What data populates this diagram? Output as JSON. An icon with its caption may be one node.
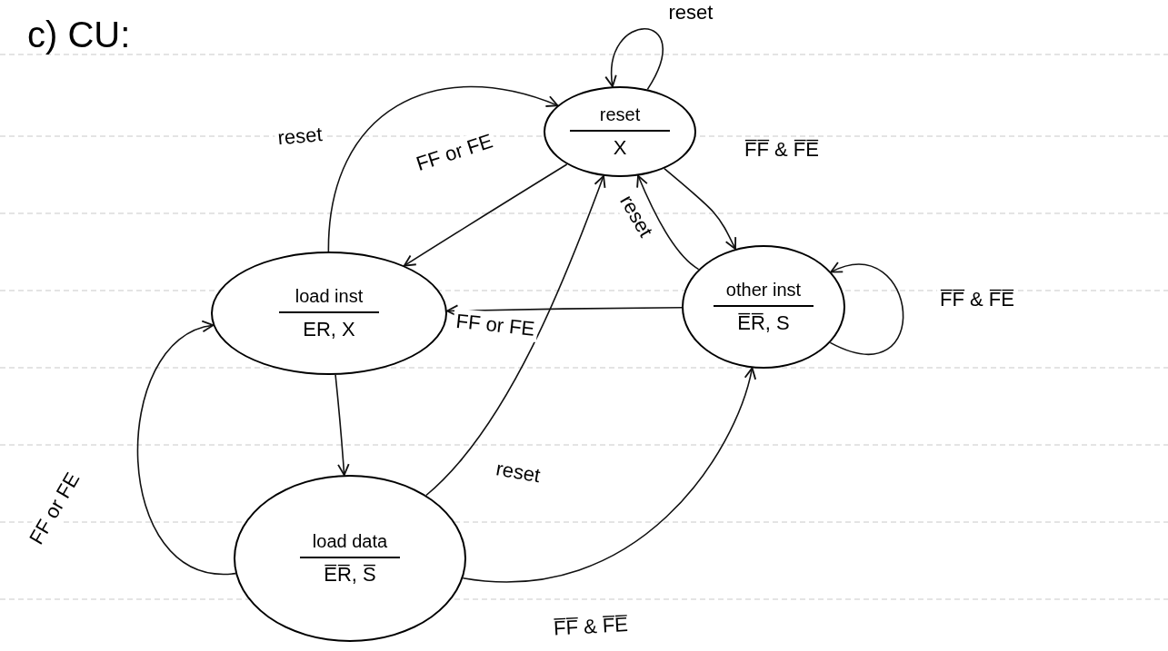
{
  "diagram": {
    "title": "c) CU:",
    "nodes": [
      {
        "text": [
          "reset",
          "X"
        ]
      },
      {
        "text": [
          "load inst",
          "ER, X"
        ]
      },
      {
        "text": [
          "other inst",
          "E̅R̅, S"
        ]
      },
      {
        "text": [
          "load data",
          "E̅R̅, S̅"
        ]
      }
    ],
    "edges": [
      {
        "from": 0,
        "to": 0,
        "arrow": "to",
        "label": "reset"
      },
      {
        "from": 1,
        "to": 0,
        "arrow": "to",
        "label": "reset"
      },
      {
        "from": 0,
        "to": 1,
        "arrow": "to",
        "label": "FF or FE"
      },
      {
        "from": 0,
        "to": 2,
        "arrow": "to",
        "label": "F̅F̅ & F̅E̅"
      },
      {
        "from": 2,
        "to": 0,
        "arrow": "to",
        "label": "reset"
      },
      {
        "from": 2,
        "to": 2,
        "arrow": "to",
        "label": "F̅F̅ & F̅E̅"
      },
      {
        "from": 2,
        "to": 1,
        "arrow": "to",
        "label": "FF or FE"
      },
      {
        "from": 1,
        "to": 3,
        "arrow": "to"
      },
      {
        "from": 3,
        "to": 0,
        "arrow": "to",
        "label": "reset"
      },
      {
        "from": 3,
        "to": 1,
        "arrow": "to",
        "label": "FF or FE"
      },
      {
        "from": 3,
        "to": 2,
        "arrow": "to",
        "label": "F̅F̅ & F̅E̅"
      }
    ]
  }
}
